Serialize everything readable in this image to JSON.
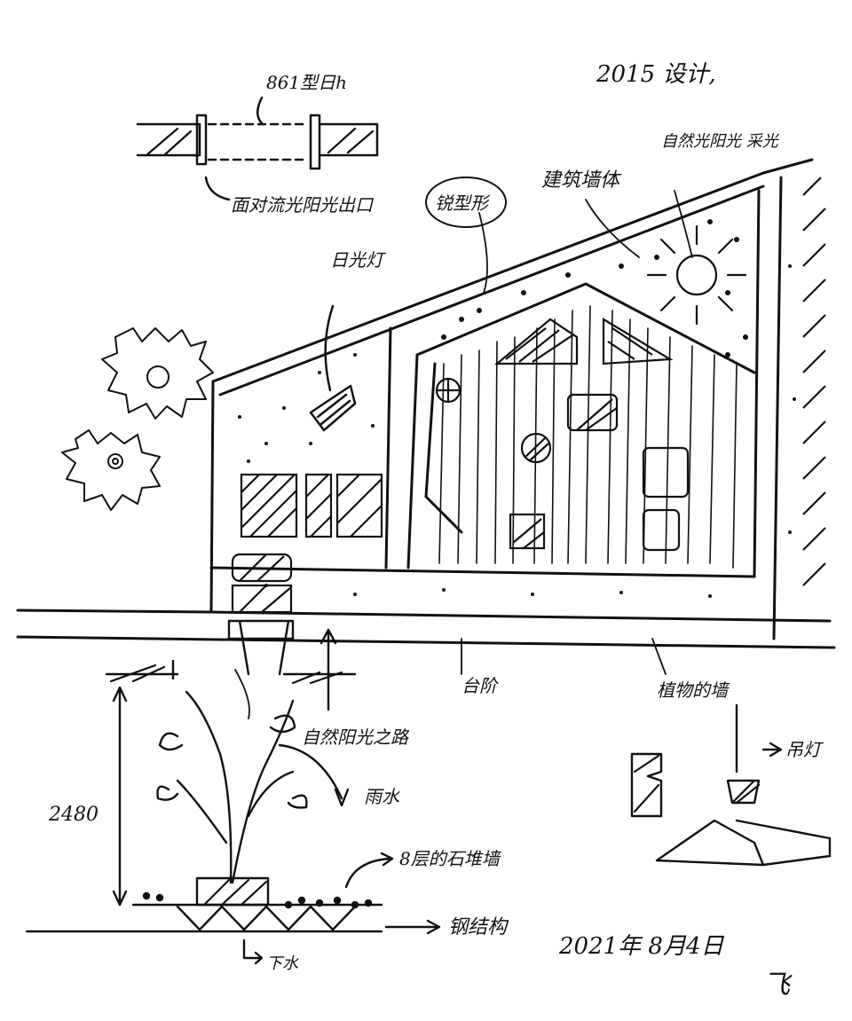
{
  "title": "",
  "annotations": {
    "top_right_signature": "2015 设计,",
    "top_left_label": "861型日h",
    "top_left_caption": "面对流光阳光出口",
    "lantern_label": "日光灯",
    "circle_label": "锐型形",
    "upper_middle_label": "建筑墙体",
    "sun_label": "自然光阳光 采光",
    "bottom_wall_label": "台阶",
    "bottom_right_label": "植物的墙",
    "dimension_label": "2480",
    "tree_label": "自然阳光之路",
    "rain_label": "雨水",
    "planter_label": "8层的石堆墙",
    "steel_label": "钢结构",
    "drain_label": "下水",
    "detail_label": "吊灯",
    "date_text": "2021年 8月4日",
    "author_mark": "飞"
  },
  "colors": {
    "ink": "#111111",
    "paper": "#ffffff"
  }
}
